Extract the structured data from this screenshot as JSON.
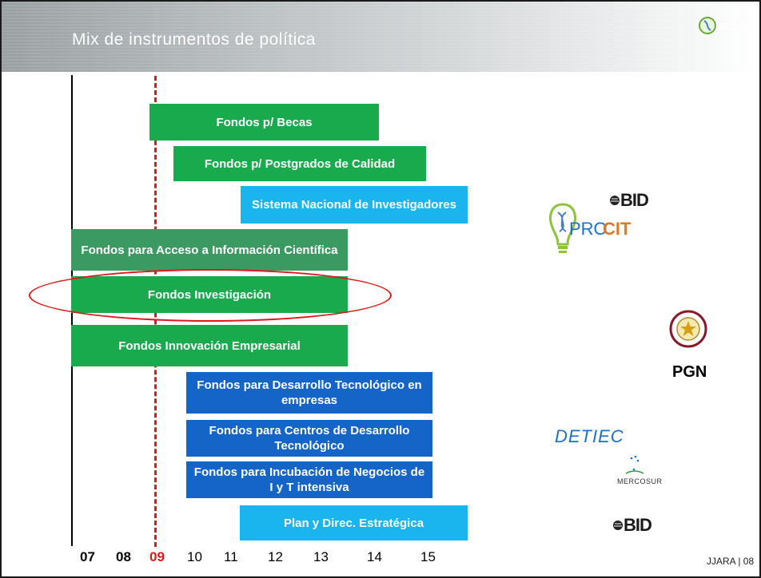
{
  "header": {
    "title": "Mix de instrumentos de política",
    "logo_text": "PROCIT"
  },
  "bars": [
    {
      "label": "Fondos p/ Becas"
    },
    {
      "label": "Fondos p/ Postgrados de Calidad"
    },
    {
      "label": "Sistema Nacional de Investigadores"
    },
    {
      "label": "Fondos para Acceso a Información Científica"
    },
    {
      "label": "Fondos Investigación"
    },
    {
      "label": "Fondos Innovación Empresarial"
    },
    {
      "label": "Fondos para Desarrollo Tecnológico en empresas"
    },
    {
      "label": "Fondos para Centros de Desarrollo Tecnológico"
    },
    {
      "label": "Fondos para Incubación de Negocios de I y T intensiva"
    },
    {
      "label": "Plan y Direc. Estratégica"
    }
  ],
  "axis": {
    "ticks": [
      "07",
      "08",
      "09",
      "10",
      "11",
      "12",
      "13",
      "14",
      "15"
    ]
  },
  "logos": {
    "bid_top": "BID",
    "procit_pro": "PRO",
    "procit_cit": "CIT",
    "pgn": "PGN",
    "detiec": "DETIEC",
    "mercosur": "MERCOSUR",
    "bid_bottom": "BID"
  },
  "footer": {
    "text": "JJARA | 08"
  },
  "colors": {
    "green": "#1aaa4e",
    "dark_green": "#3a9a62",
    "cyan": "#1ab4ee",
    "blue": "#1565c8",
    "highlight": "#e01818"
  }
}
